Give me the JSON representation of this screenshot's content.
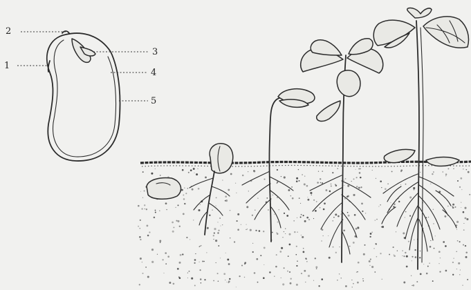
{
  "labels": {
    "l1": "1",
    "l2": "2",
    "l3": "3",
    "l4": "4",
    "l5": "5"
  },
  "colors": {
    "paper": "#f1f1ef",
    "ink": "#2b2b2b"
  }
}
